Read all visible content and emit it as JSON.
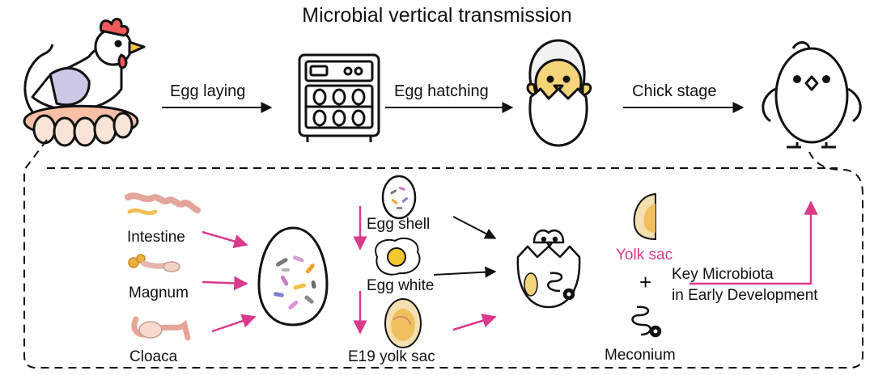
{
  "title": "Microbial vertical transmission",
  "stages": [
    {
      "name": "hen",
      "label": ""
    },
    {
      "name": "incubator",
      "label": ""
    },
    {
      "name": "hatching-chick",
      "label": ""
    },
    {
      "name": "chick",
      "label": ""
    }
  ],
  "arrows": {
    "egg_laying": "Egg laying",
    "egg_hatching": "Egg hatching",
    "chick_stage": "Chick stage"
  },
  "sources": {
    "intestine": "Intestine",
    "magnum": "Magnum",
    "cloaca": "Cloaca"
  },
  "egg_parts": {
    "egg_shell": "Egg shell",
    "egg_white": "Egg white",
    "yolk_sac_e19": "E19 yolk sac"
  },
  "outcome": {
    "yolk_sac": "Yolk sac",
    "plus": "+",
    "meconium": "Meconium",
    "key_line1": "Key Microbiota",
    "key_line2": "in Early Development"
  },
  "colors": {
    "accent": "#d93a8a",
    "line": "#111111",
    "egg_fill": "#f7e9dc",
    "chick_yellow": "#f6d57a"
  }
}
